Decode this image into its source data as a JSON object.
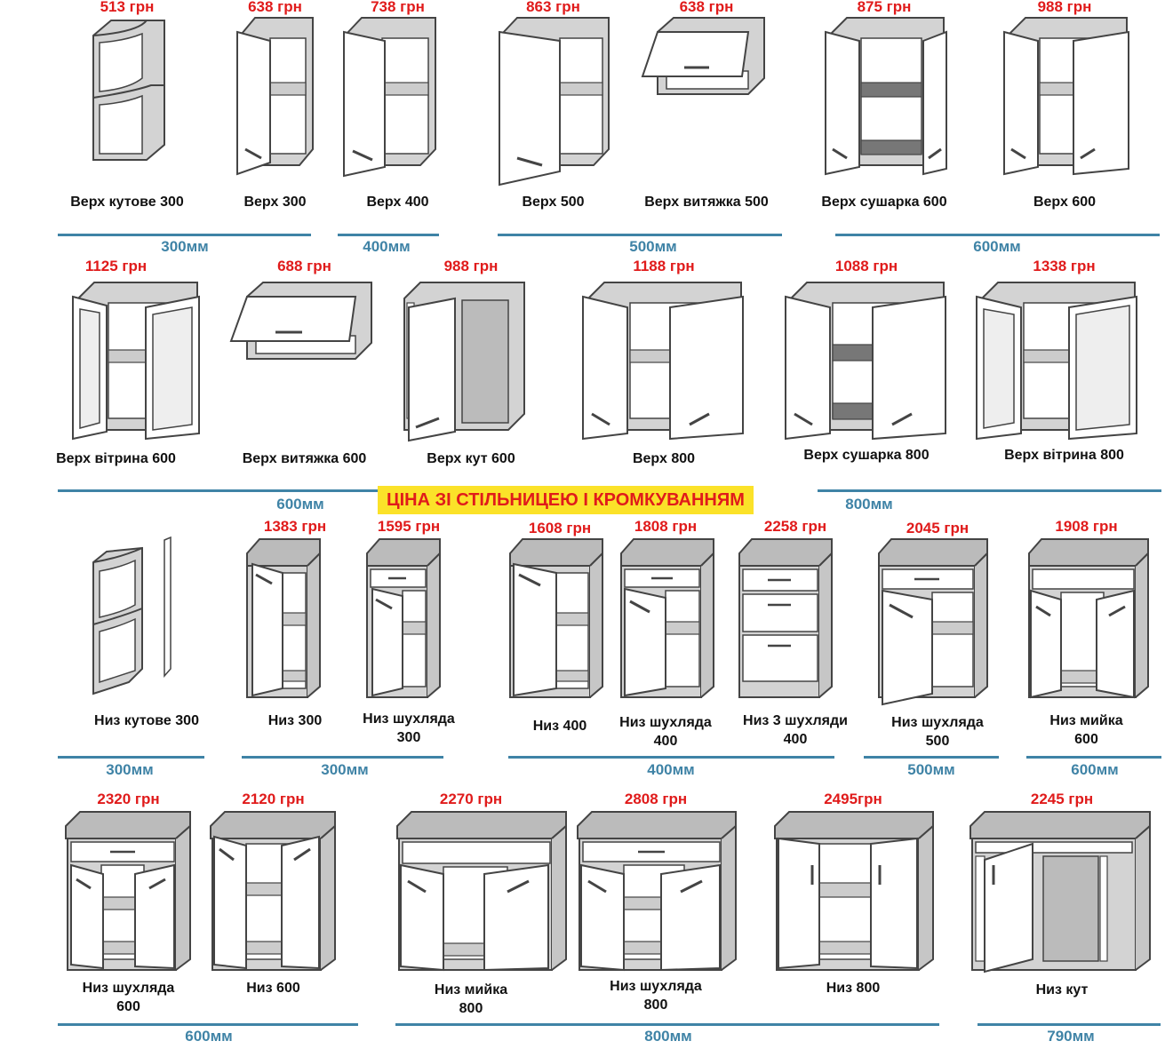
{
  "banner": "ЦІНА ЗІ СТІЛЬНИЦЕЮ І КРОМКУВАННЯМ",
  "colors": {
    "price": "#e01b1b",
    "dimension": "#3f83a6",
    "banner_bg": "#fbe229"
  },
  "items": [
    {
      "price": "513 грн",
      "label": "Верх  кутове 300"
    },
    {
      "price": "638 грн",
      "label": "Верх  300"
    },
    {
      "price": "738 грн",
      "label": "Верх  400"
    },
    {
      "price": "863 грн",
      "label": "Верх  500"
    },
    {
      "price": "638 грн",
      "label": "Верх витяжка  500"
    },
    {
      "price": "875 грн",
      "label": "Верх  сушарка 600"
    },
    {
      "price": "988 грн",
      "label": "Верх  600"
    },
    {
      "price": "1125 грн",
      "label": "Верх  вітрина 600"
    },
    {
      "price": "688 грн",
      "label": "Верх  витяжка 600"
    },
    {
      "price": "988 грн",
      "label": "Верх  кут 600"
    },
    {
      "price": "1188 грн",
      "label": "Верх 800"
    },
    {
      "price": "1088 грн",
      "label": "Верх сушарка 800"
    },
    {
      "price": "1338 грн",
      "label": "Верх вітрина 800"
    },
    {
      "price": "",
      "label": "Низ  кутове 300"
    },
    {
      "price": "1383 грн",
      "label": "Низ  300"
    },
    {
      "price": "1595 грн",
      "label": "Низ  шухляда\n300"
    },
    {
      "price": "1608 грн",
      "label": "Низ  400"
    },
    {
      "price": "1808 грн",
      "label": "Низ  шухляда\n400"
    },
    {
      "price": "2258 грн",
      "label": "Низ  3 шухляди\n400"
    },
    {
      "price": "2045 грн",
      "label": "Низ  шухляда\n500"
    },
    {
      "price": "1908 грн",
      "label": "Низ  мийка\n600"
    },
    {
      "price": "2320 грн",
      "label": "Низ  шухляда\n600"
    },
    {
      "price": "2120 грн",
      "label": "Низ  600"
    },
    {
      "price": "2270 грн",
      "label": "Низ  мийка\n800"
    },
    {
      "price": "2808 грн",
      "label": "Низ  шухляда\n800"
    },
    {
      "price": "2495грн",
      "label": "Низ  800"
    },
    {
      "price": "2245 грн",
      "label": "Низ  кут"
    }
  ],
  "dimensions": [
    {
      "text": "300мм"
    },
    {
      "text": "400мм"
    },
    {
      "text": "500мм"
    },
    {
      "text": "600мм"
    },
    {
      "text": "600мм"
    },
    {
      "text": "800мм"
    },
    {
      "text": "300мм"
    },
    {
      "text": "300мм"
    },
    {
      "text": "400мм"
    },
    {
      "text": "500мм"
    },
    {
      "text": "600мм"
    },
    {
      "text": "600мм"
    },
    {
      "text": "800мм"
    },
    {
      "text": "790мм"
    }
  ]
}
